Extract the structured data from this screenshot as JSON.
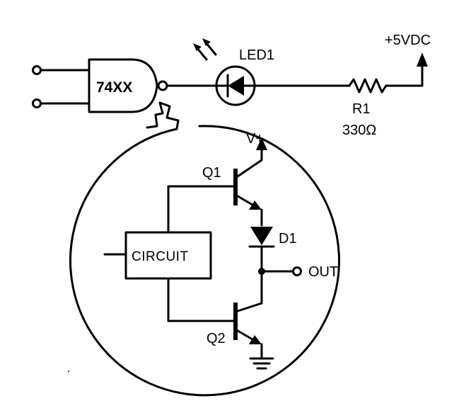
{
  "gate": {
    "label": "74XX"
  },
  "led": {
    "label": "LED1"
  },
  "resistor": {
    "label": "R1",
    "value": "330Ω"
  },
  "supply": {
    "label": "+5VDC"
  },
  "circuit_block": {
    "label": "CIRCUIT"
  },
  "transistor_top": {
    "label": "Q1"
  },
  "transistor_bottom": {
    "label": "Q2"
  },
  "diode": {
    "label": "D1"
  },
  "vplus": {
    "label": "V+"
  },
  "output": {
    "label": "OUT"
  },
  "icons": {
    "gate": "nand-gate-icon",
    "led": "led-icon",
    "resistor": "resistor-icon",
    "supply_arrow": "arrow-up-icon",
    "ground": "ground-icon",
    "magnifier": "magnify-callout-icon"
  }
}
